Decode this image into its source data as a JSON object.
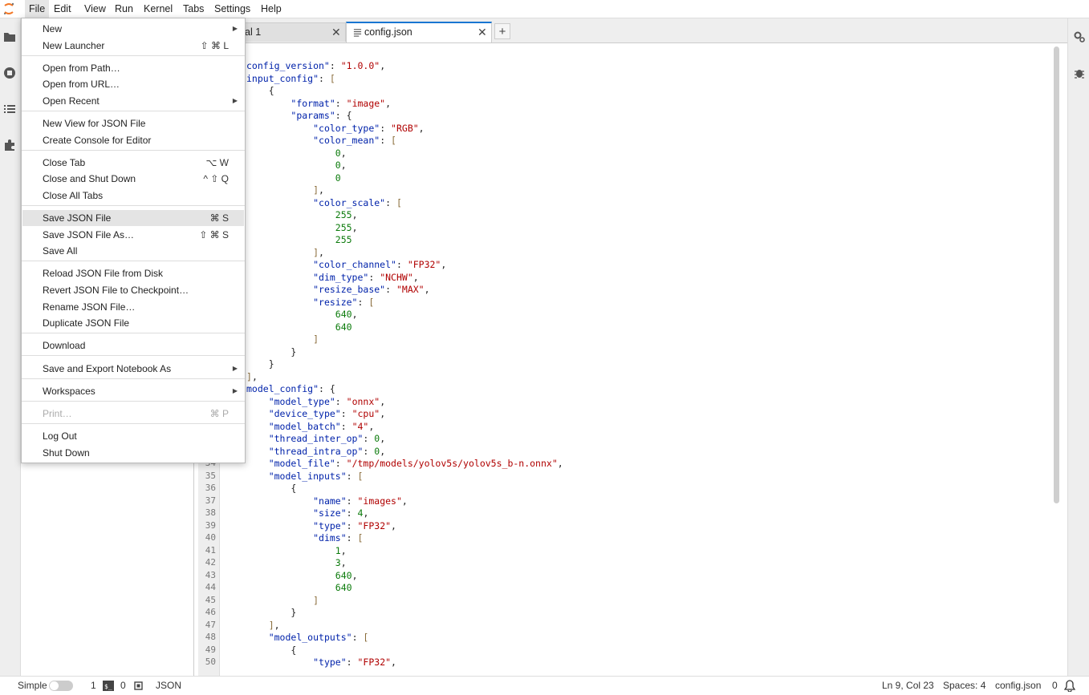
{
  "menubar": {
    "items": [
      "File",
      "Edit",
      "View",
      "Run",
      "Kernel",
      "Tabs",
      "Settings",
      "Help"
    ]
  },
  "tabs": [
    {
      "label": "al 1"
    },
    {
      "label": "config.json"
    }
  ],
  "tab_add_label": "+",
  "tab_close_label": "✕",
  "file_menu": {
    "items": [
      {
        "label": "New",
        "shortcut": "",
        "submenu": true
      },
      {
        "label": "New Launcher",
        "shortcut": "⇧ ⌘ L"
      },
      {
        "label": "Open from Path…",
        "shortcut": ""
      },
      {
        "label": "Open from URL…",
        "shortcut": ""
      },
      {
        "label": "Open Recent",
        "shortcut": "",
        "submenu": true
      },
      {
        "label": "New View for JSON File",
        "shortcut": ""
      },
      {
        "label": "Create Console for Editor",
        "shortcut": ""
      },
      {
        "label": "Close Tab",
        "shortcut": "⌥ W"
      },
      {
        "label": "Close and Shut Down",
        "shortcut": "^ ⇧ Q"
      },
      {
        "label": "Close All Tabs",
        "shortcut": ""
      },
      {
        "label": "Save JSON File",
        "shortcut": "⌘ S",
        "highlight": true
      },
      {
        "label": "Save JSON File As…",
        "shortcut": "⇧ ⌘ S"
      },
      {
        "label": "Save All",
        "shortcut": ""
      },
      {
        "label": "Reload JSON File from Disk",
        "shortcut": ""
      },
      {
        "label": "Revert JSON File to Checkpoint…",
        "shortcut": ""
      },
      {
        "label": "Rename JSON File…",
        "shortcut": ""
      },
      {
        "label": "Duplicate JSON File",
        "shortcut": ""
      },
      {
        "label": "Download",
        "shortcut": ""
      },
      {
        "label": "Save and Export Notebook As",
        "shortcut": "",
        "submenu": true
      },
      {
        "label": "Workspaces",
        "shortcut": "",
        "submenu": true
      },
      {
        "label": "Print…",
        "shortcut": "⌘ P",
        "disabled": true
      },
      {
        "label": "Log Out",
        "shortcut": ""
      },
      {
        "label": "Shut Down",
        "shortcut": ""
      }
    ]
  },
  "editor": {
    "line_numbers": [
      "34",
      "35",
      "36",
      "37",
      "38",
      "39",
      "40",
      "41",
      "42",
      "43",
      "44",
      "45",
      "46",
      "47",
      "48",
      "49",
      "50"
    ],
    "lines": [
      "config_version\": \"1.0.0\",",
      "input_config\": [",
      "    {",
      "        \"format\": \"image\",",
      "        \"params\": {",
      "            \"color_type\": \"RGB\",",
      "            \"color_mean\": [",
      "                0,",
      "                0,",
      "                0",
      "            ],",
      "            \"color_scale\": [",
      "                255,",
      "                255,",
      "                255",
      "            ],",
      "            \"color_channel\": \"FP32\",",
      "            \"dim_type\": \"NCHW\",",
      "            \"resize_base\": \"MAX\",",
      "            \"resize\": [",
      "                640,",
      "                640",
      "            ]",
      "        }",
      "    }",
      "],",
      "model_config\": {",
      "    \"model_type\": \"onnx\",",
      "    \"device_type\": \"cpu\",",
      "    \"model_batch\": \"4\",",
      "    \"thread_inter_op\": 0,",
      "    \"thread_intra_op\": 0,",
      "    \"model_file\": \"/tmp/models/yolov5s/yolov5s_b-n.onnx\",",
      "    \"model_inputs\": [",
      "        {",
      "            \"name\": \"images\",",
      "            \"size\": 4,",
      "            \"type\": \"FP32\",",
      "            \"dims\": [",
      "                1,",
      "                3,",
      "                640,",
      "                640",
      "            ]",
      "        }",
      "    ],",
      "    \"model_outputs\": [",
      "        {",
      "            \"type\": \"FP32\","
    ]
  },
  "statusbar": {
    "mode_label": "Simple",
    "terminals": "1",
    "kernels": "0",
    "language": "JSON",
    "cursor": "Ln 9, Col 23",
    "spaces": "Spaces: 4",
    "filename": "config.json",
    "notifications": "0"
  }
}
